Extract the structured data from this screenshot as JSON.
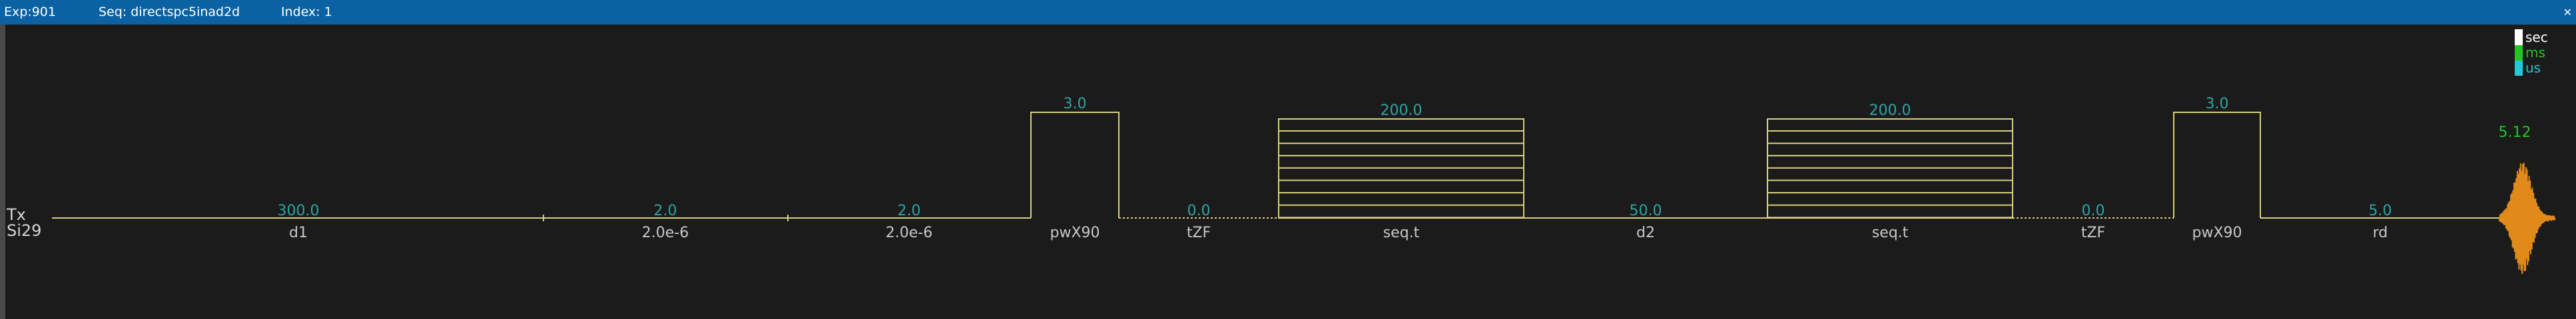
{
  "header": {
    "experiment": "Exp:901",
    "sequence": "Seq: directspc5inad2d",
    "index": "Index: 1",
    "close_icon": "x-icon"
  },
  "channels": [
    "Tx",
    "Si29"
  ],
  "legend": [
    {
      "label": "sec",
      "color": "#ffffff"
    },
    {
      "label": "ms",
      "color": "#22c622"
    },
    {
      "label": "us",
      "color": "#22c8d8"
    }
  ],
  "acq_value": "5.12",
  "colors": {
    "sequence_line": "#d8d07a",
    "fid": "#e08a1a",
    "value_text": "#2ea4a4",
    "acq_text": "#22c622",
    "titlebar": "#0a62a3"
  },
  "events": [
    {
      "top": "300.0",
      "bottom": "d1"
    },
    {
      "top": "2.0",
      "bottom": "2.0e-6"
    },
    {
      "top": "2.0",
      "bottom": "2.0e-6"
    },
    {
      "top": "3.0",
      "bottom": "pwX90"
    },
    {
      "top": "0.0",
      "bottom": "tZF"
    },
    {
      "top": "200.0",
      "bottom": "seq.t"
    },
    {
      "top": "50.0",
      "bottom": "d2"
    },
    {
      "top": "200.0",
      "bottom": "seq.t"
    },
    {
      "top": "0.0",
      "bottom": "tZF"
    },
    {
      "top": "3.0",
      "bottom": "pwX90"
    },
    {
      "top": "5.0",
      "bottom": "rd"
    }
  ]
}
